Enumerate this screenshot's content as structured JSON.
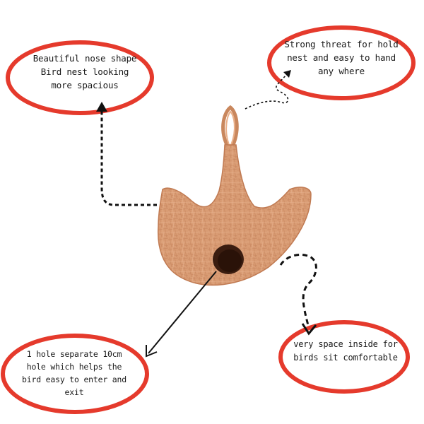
{
  "colors": {
    "ellipse": "#e53a2c",
    "arrow": "#111111",
    "nest": "#d89a72",
    "nest_dark": "#b87650",
    "hole": "#3b1d10"
  },
  "callouts": {
    "top_left": "Beautiful nose shape Bird nest looking more spacious",
    "top_right": "Strong threat for hold nest and easy to hand any where",
    "bottom_right": "very space inside for birds sit comfortable",
    "bottom_left": "1 hole separate 10cm hole which helps the bird easy to enter and exit"
  }
}
